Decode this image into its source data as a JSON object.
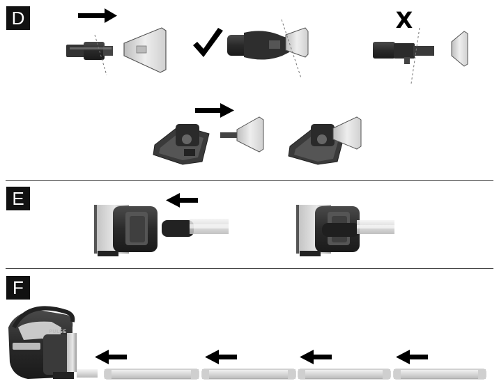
{
  "sections": [
    {
      "id": "D",
      "label": "D"
    },
    {
      "id": "E",
      "label": "E"
    },
    {
      "id": "F",
      "label": "F"
    }
  ],
  "marks": {
    "correct": "✔",
    "incorrect": "X"
  },
  "product_logo": "PULSE",
  "colors": {
    "label_bg": "#111111",
    "label_fg": "#ffffff",
    "device_dark": "#2f2f2f",
    "device_mid": "#666666",
    "device_light": "#cfcfcf",
    "tube": "#e2e2e2",
    "arrow": "#000000"
  },
  "icons": [
    "arrow-right-icon",
    "arrow-left-icon",
    "check-mark-icon",
    "x-mark-icon"
  ]
}
